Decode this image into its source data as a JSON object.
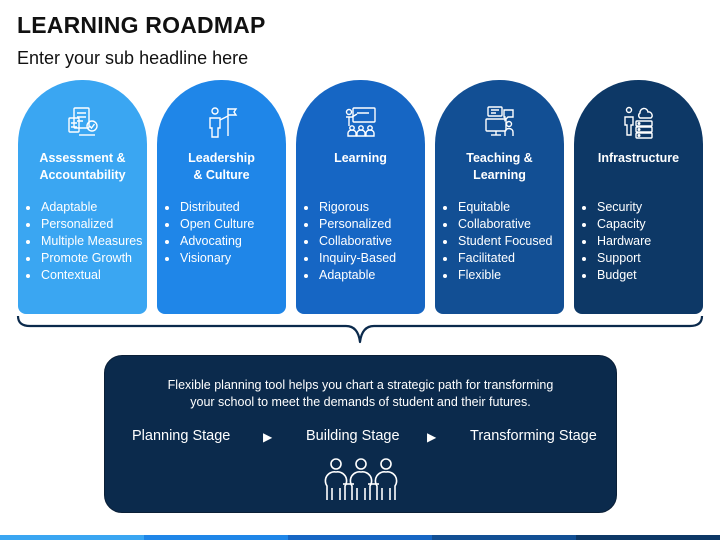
{
  "title": "LEARNING ROADMAP",
  "subtitle": "Enter your sub headline here",
  "cards": [
    {
      "icon": "assessment-documents-icon",
      "title_lines": [
        "Assessment &",
        "Accountability"
      ],
      "bullets": [
        "Adaptable",
        "Personalized",
        "Multiple Measures",
        "Promote Growth",
        "Contextual"
      ],
      "color": "#3aa6f2"
    },
    {
      "icon": "leadership-presenter-icon",
      "title_lines": [
        "Leadership",
        "& Culture"
      ],
      "bullets": [
        "Distributed",
        "Open Culture",
        "Advocating",
        "Visionary"
      ],
      "color": "#1f86e8"
    },
    {
      "icon": "classroom-teacher-icon",
      "title_lines": [
        "Learning"
      ],
      "bullets": [
        "Rigorous",
        "Personalized",
        "Collaborative",
        "Inquiry-Based",
        "Adaptable"
      ],
      "color": "#1666c4"
    },
    {
      "icon": "online-teaching-icon",
      "title_lines": [
        "Teaching &",
        "Learning"
      ],
      "bullets": [
        "Equitable",
        "Collaborative",
        "Student Focused",
        "Facilitated",
        "Flexible"
      ],
      "color": "#124f94"
    },
    {
      "icon": "infrastructure-server-cloud-icon",
      "title_lines": [
        "Infrastructure"
      ],
      "bullets": [
        "Security",
        "Capacity",
        "Hardware",
        "Support",
        "Budget"
      ],
      "color": "#0d3866"
    }
  ],
  "panel": {
    "description_lines": [
      "Flexible planning tool helps you chart a strategic path for transforming",
      "your school to meet the demands of student and their futures."
    ],
    "stages": [
      "Planning Stage",
      "Building Stage",
      "Transforming Stage"
    ],
    "arrow_icon": "play-arrow-icon",
    "people_icon": "team-people-icon"
  },
  "footer_colors": [
    "#3aa6f2",
    "#1f86e8",
    "#1666c4",
    "#124f94",
    "#0d3866"
  ]
}
